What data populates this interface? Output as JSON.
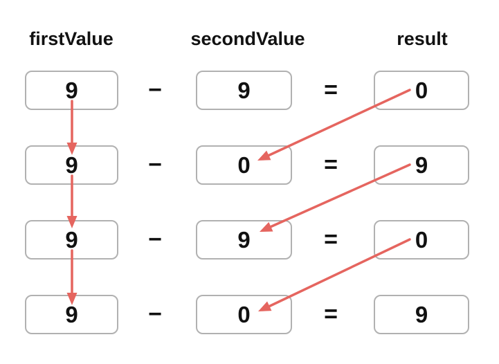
{
  "columns": [
    {
      "id": "firstValue",
      "label": "firstValue"
    },
    {
      "id": "secondValue",
      "label": "secondValue"
    },
    {
      "id": "result",
      "label": "result"
    }
  ],
  "operators": {
    "minus": "−",
    "equals": "="
  },
  "rows": [
    {
      "first": "9",
      "second": "9",
      "result": "0"
    },
    {
      "first": "9",
      "second": "0",
      "result": "9"
    },
    {
      "first": "9",
      "second": "9",
      "result": "0"
    },
    {
      "first": "9",
      "second": "0",
      "result": "9"
    }
  ],
  "arrows": [
    {
      "type": "vertical",
      "from": "firstValue-row1",
      "to": "firstValue-row2"
    },
    {
      "type": "vertical",
      "from": "firstValue-row2",
      "to": "firstValue-row3"
    },
    {
      "type": "vertical",
      "from": "firstValue-row3",
      "to": "firstValue-row4"
    },
    {
      "type": "diagonal",
      "from": "result-row1",
      "to": "secondValue-row2"
    },
    {
      "type": "diagonal",
      "from": "result-row2",
      "to": "secondValue-row3"
    },
    {
      "type": "diagonal",
      "from": "result-row3",
      "to": "secondValue-row4"
    }
  ],
  "colors": {
    "arrow": "#e5655f",
    "box_border": "#b1b1b1",
    "text": "#111111",
    "background": "#ffffff"
  }
}
